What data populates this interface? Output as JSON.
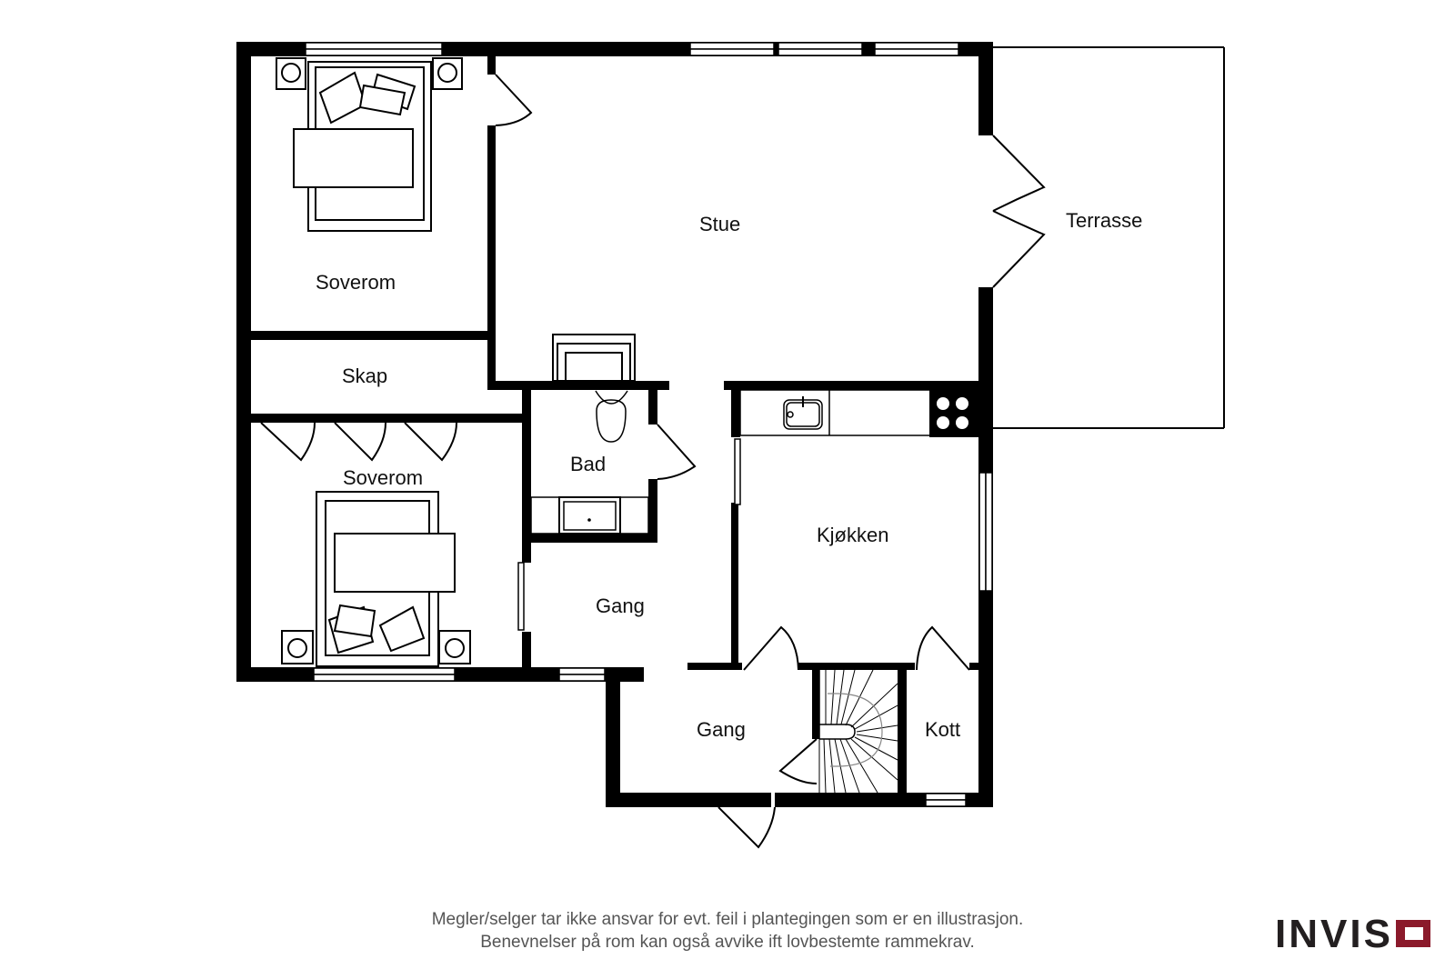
{
  "floorplan": {
    "rooms": {
      "soverom_top": "Soverom",
      "stue": "Stue",
      "terrasse": "Terrasse",
      "skap": "Skap",
      "soverom_bottom": "Soverom",
      "bad": "Bad",
      "kjokken": "Kjøkken",
      "gang_upper": "Gang",
      "gang_lower": "Gang",
      "kott": "Kott"
    }
  },
  "footer": {
    "disclaimer_line1": "Megler/selger tar ikke ansvar for evt. feil i plantegingen som er en illustrasjon.",
    "disclaimer_line2": "Benevnelser på rom kan også avvike ift lovbestemte rammekrav."
  },
  "brand": {
    "name": "INVISO",
    "prefix": "INVIS",
    "suffix": "O",
    "text_color": "#231f20",
    "accent_color": "#8b1a2b"
  }
}
